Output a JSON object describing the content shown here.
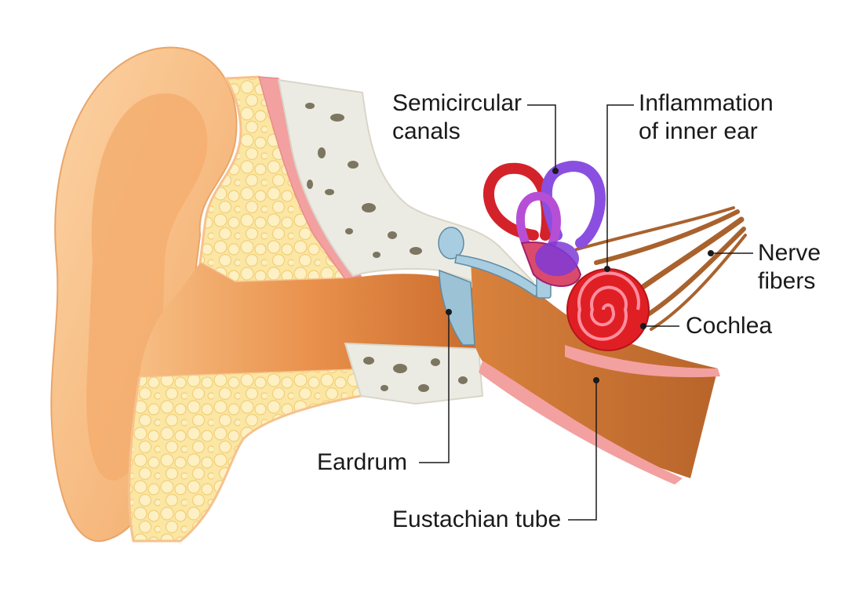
{
  "labels": {
    "semicircular": {
      "line1": "Semicircular",
      "line2": "canals"
    },
    "inflammation": {
      "line1": "Inflammation",
      "line2": "of inner ear"
    },
    "nerve": {
      "line1": "Nerve",
      "line2": "fibers"
    },
    "cochlea": "Cochlea",
    "eardrum": "Eardrum",
    "eustachian": "Eustachian tube"
  },
  "colors": {
    "skin": "#f5b77a",
    "skin_dark": "#e8944f",
    "canal": "#e68a45",
    "fat": "#fbe7a8",
    "bone": "#eceae2",
    "bone_hole": "#7c7560",
    "muscle": "#f3a3a3",
    "ossicle": "#8fb6c9",
    "canals_red": "#d4222b",
    "canals_purple": "#8a4fe0",
    "cochlea": "#e01f24",
    "nerve": "#a9622e",
    "leader": "#1a1a1a"
  }
}
